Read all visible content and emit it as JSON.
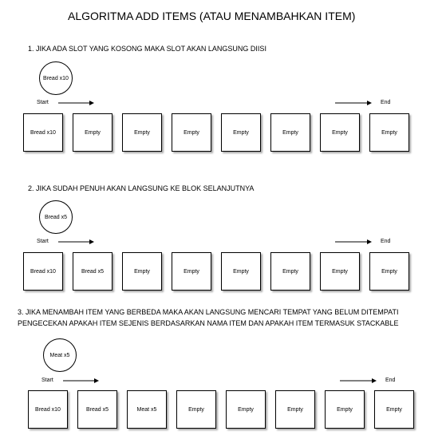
{
  "title": "ALGORITMA ADD ITEMS (ATAU MENAMBAHKAN ITEM)",
  "start_label": "Start",
  "end_label": "End",
  "sections": [
    {
      "heading": "1. JIKA ADA SLOT YANG KOSONG MAKA SLOT AKAN LANGSUNG DIISI",
      "item": "Bread x10",
      "slots": [
        "Bread x10",
        "Empty",
        "Empty",
        "Empty",
        "Empty",
        "Empty",
        "Empty",
        "Empty"
      ]
    },
    {
      "heading": "2. JIKA SUDAH PENUH AKAN LANGSUNG KE BLOK SELANJUTNYA",
      "item": "Bread x5",
      "slots": [
        "Bread x10",
        "Bread x5",
        "Empty",
        "Empty",
        "Empty",
        "Empty",
        "Empty",
        "Empty"
      ]
    },
    {
      "heading": "3. JIKA MENAMBAH ITEM YANG BERBEDA MAKA AKAN LANGSUNG MENCARI TEMPAT YANG BELUM DITEMPATI",
      "heading2": "PENGECEKAN APAKAH ITEM SEJENIS BERDASARKAN NAMA ITEM DAN APAKAH ITEM TERMASUK STACKABLE",
      "item": "Meat x5",
      "slots": [
        "Bread x10",
        "Bread x5",
        "Meat x5",
        "Empty",
        "Empty",
        "Empty",
        "Empty",
        "Empty"
      ]
    }
  ]
}
